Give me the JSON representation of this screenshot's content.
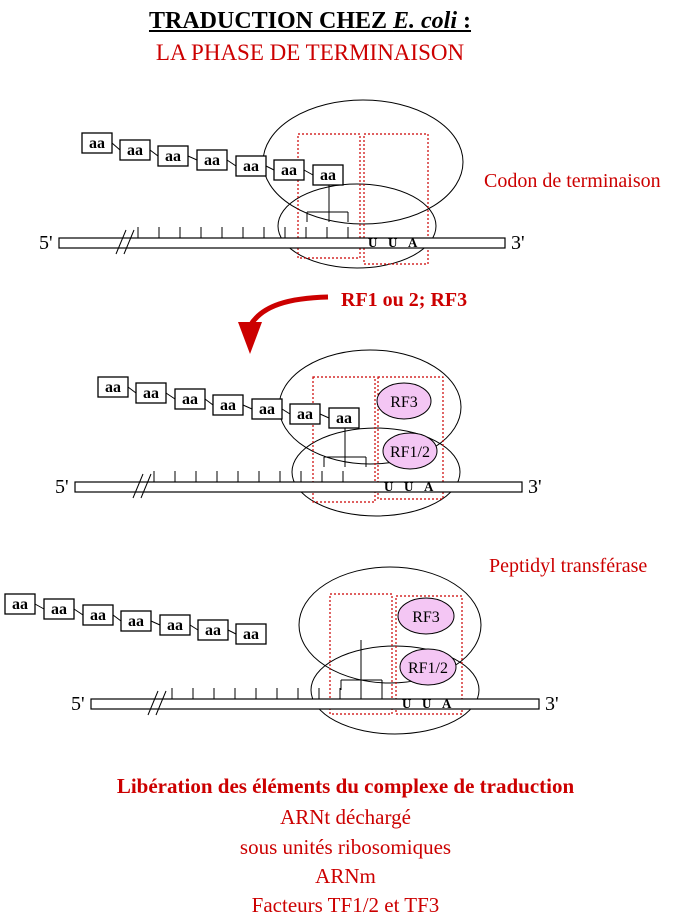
{
  "title": {
    "main": "TRADUCTION CHEZ ",
    "organism": "E. coli",
    "suffix": " :",
    "subtitle": "LA PHASE DE TERMINAISON"
  },
  "labels": {
    "aa": "aa",
    "five_prime": "5'",
    "three_prime": "3'",
    "codon": [
      "U",
      "U",
      "A"
    ],
    "rf3": "RF3",
    "rf12": "RF1/2"
  },
  "annotations": {
    "stop_codon": "Codon de terminaison",
    "release_factors": "RF1 ou 2; RF3",
    "peptidyl_transferase": "Peptidyl transférase"
  },
  "summary": {
    "heading": "Libération des éléments du complexe de traduction",
    "items": [
      "ARNt déchargé",
      "sous unités ribosomiques",
      "ARNm",
      "Facteurs TF1/2 et TF3"
    ]
  },
  "colors": {
    "accent_red": "#cc0000",
    "factor_fill": "#f4c6f4",
    "ink": "#000000"
  }
}
